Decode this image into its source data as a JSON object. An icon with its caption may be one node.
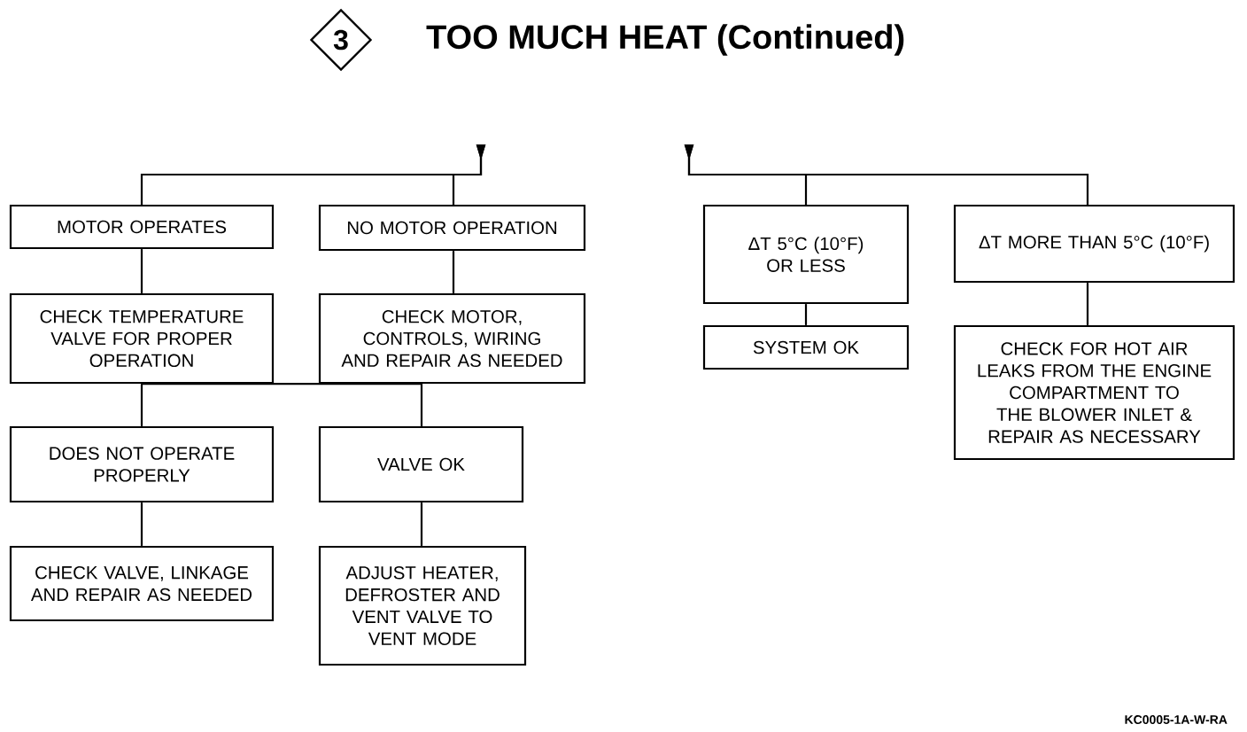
{
  "diagram": {
    "title": "TOO MUCH HEAT (Continued)",
    "nodes": [
      {
        "text": [
          "3"
        ]
      },
      {
        "text": [
          "MOTOR OPERATES"
        ]
      },
      {
        "text": [
          "NO MOTOR OPERATION"
        ]
      },
      {
        "text": [
          "ΔT 5°C (10°F) OR LESS"
        ]
      },
      {
        "text": [
          "ΔT MORE THAN 5°C (10°F)"
        ]
      },
      {
        "text": [
          "CHECK TEMPERATURE VALVE FOR PROPER OPERATION"
        ]
      },
      {
        "text": [
          "CHECK MOTOR, CONTROLS, WIRING AND REPAIR AS NEEDED"
        ]
      },
      {
        "text": [
          "SYSTEM OK"
        ]
      },
      {
        "text": [
          "CHECK FOR HOT AIR LEAKS FROM THE ENGINE COMPARTMENT TO THE BLOWER INLET & REPAIR AS NECESSARY"
        ]
      },
      {
        "text": [
          "DOES NOT OPERATE PROPERLY"
        ]
      },
      {
        "text": [
          "VALVE OK"
        ]
      },
      {
        "text": [
          "CHECK VALVE, LINKAGE AND REPAIR AS NEEDED"
        ]
      },
      {
        "text": [
          "ADJUST HEATER, DEFROSTER AND VENT VALVE TO VENT MODE"
        ]
      }
    ],
    "edges": [
      {
        "from": null,
        "to": 1,
        "arrow": "to"
      },
      {
        "from": null,
        "to": 2,
        "arrow": "to"
      },
      {
        "from": null,
        "to": 3,
        "arrow": "to"
      },
      {
        "from": null,
        "to": 4,
        "arrow": "to"
      },
      {
        "from": 1,
        "to": 5,
        "arrow": "none"
      },
      {
        "from": 2,
        "to": 6,
        "arrow": "none"
      },
      {
        "from": 3,
        "to": 7,
        "arrow": "none"
      },
      {
        "from": 4,
        "to": 8,
        "arrow": "none"
      },
      {
        "from": 5,
        "to": 9,
        "arrow": "none"
      },
      {
        "from": 5,
        "to": 10,
        "arrow": "none"
      },
      {
        "from": 9,
        "to": 11,
        "arrow": "none"
      },
      {
        "from": 10,
        "to": 12,
        "arrow": "none"
      }
    ],
    "labels": [
      "KC0005-1A-W-RA"
    ]
  }
}
